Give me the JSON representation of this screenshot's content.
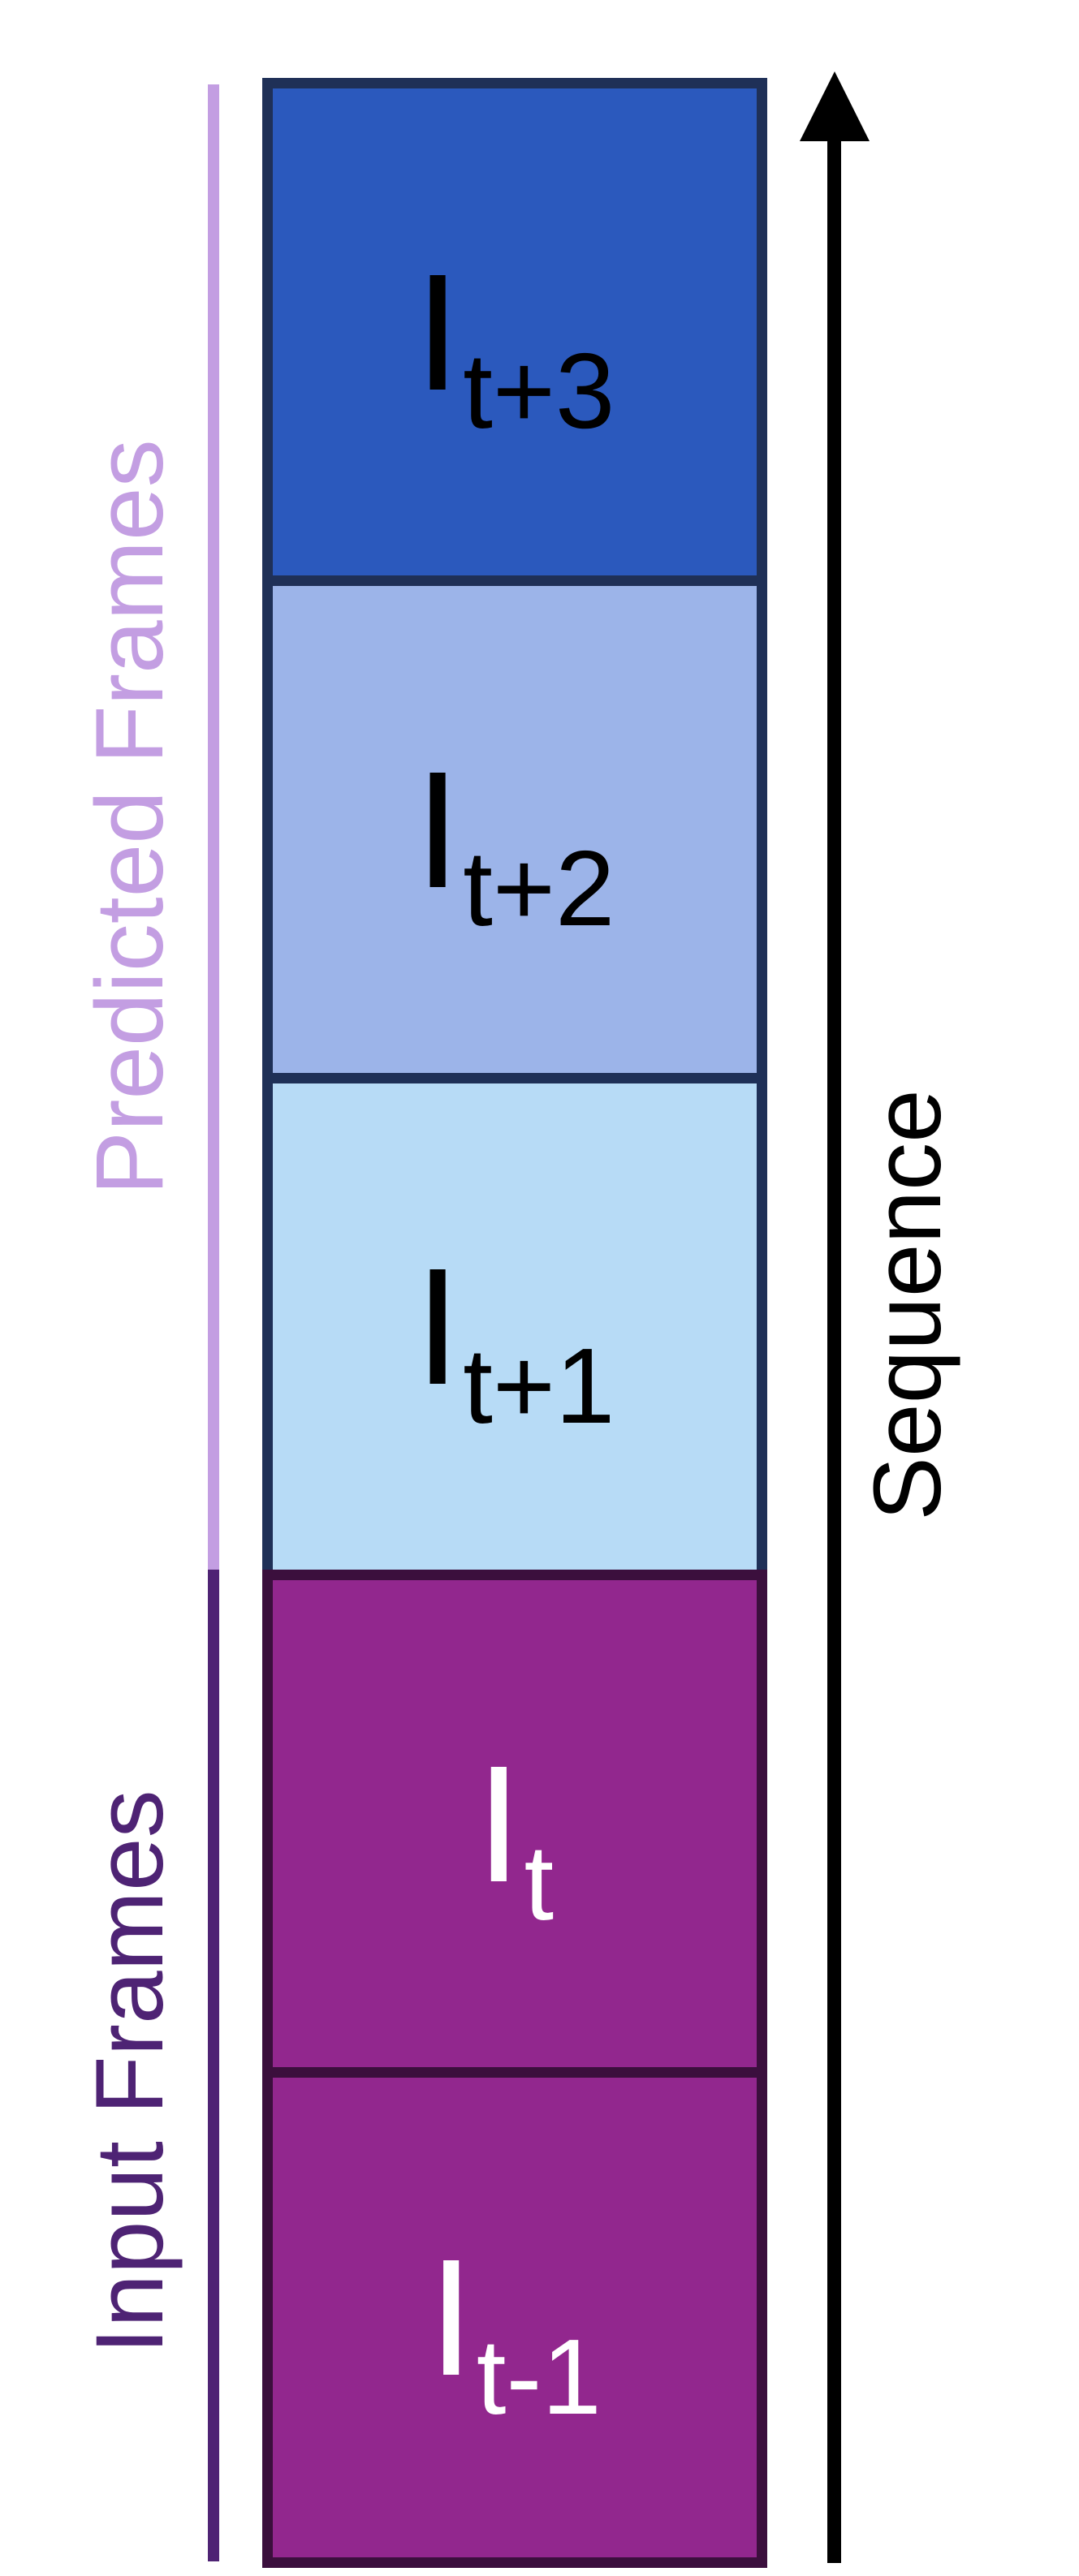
{
  "groups": {
    "predicted": {
      "label": "Predicted Frames",
      "color": "#c39ee2"
    },
    "input": {
      "label": "Input Frames",
      "color": "#4e2374"
    }
  },
  "frames": [
    {
      "name": "I",
      "sub": "t+3",
      "fill": "#2b59bd",
      "text_color": "#000000",
      "group": "predicted"
    },
    {
      "name": "I",
      "sub": "t+2",
      "fill": "#9cb4e9",
      "text_color": "#000000",
      "group": "predicted"
    },
    {
      "name": "I",
      "sub": "t+1",
      "fill": "#b7dbf6",
      "text_color": "#000000",
      "group": "predicted"
    },
    {
      "name": "I",
      "sub": "t",
      "fill": "#92278e",
      "text_color": "#ffffff",
      "group": "input"
    },
    {
      "name": "I",
      "sub": "t-1",
      "fill": "#92278e",
      "text_color": "#ffffff",
      "group": "input"
    }
  ],
  "axis": {
    "label": "Sequence",
    "direction": "up"
  }
}
